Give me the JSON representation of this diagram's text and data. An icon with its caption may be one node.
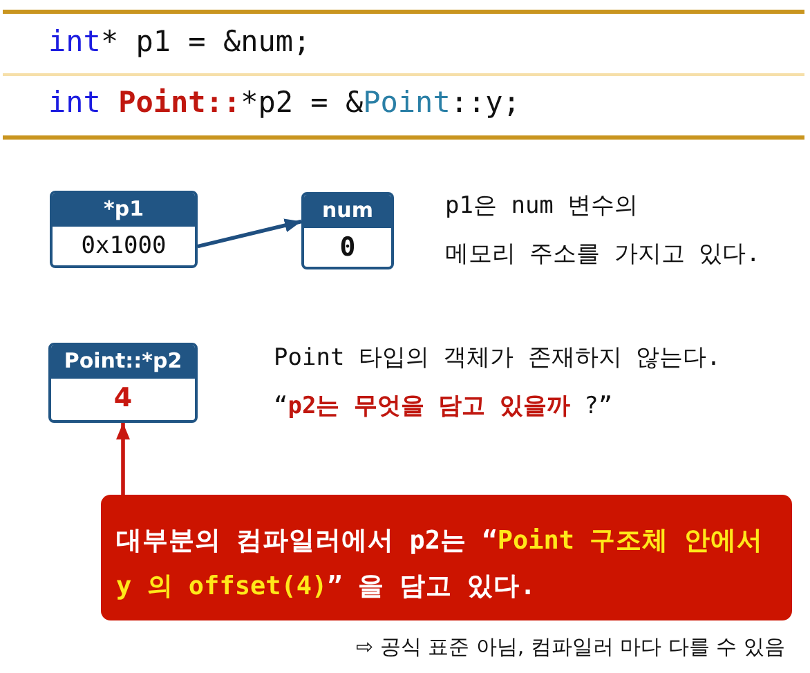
{
  "diagram": {
    "nodes": [
      {
        "text": [
          "*p1",
          "0x1000"
        ]
      },
      {
        "text": [
          "num",
          "0"
        ]
      },
      {
        "text": [
          "Point::*p2",
          "4"
        ]
      },
      {
        "text": [
          "대부분의 컴파일러에서 p2는 “*Point 구조체 안에서 y 의 offset(4)*” 을 담고 있다."
        ]
      }
    ],
    "edges": [
      {
        "from": 0,
        "to": 1,
        "arrow": "to"
      },
      {
        "from": 3,
        "to": 2,
        "arrow": "to",
        "color": "#c8170f"
      }
    ],
    "labels": [
      "int* p1 = &num;",
      "int Point::*p2 = &Point::y;",
      "p1은 num 변수의 메모리 주소를 가지고 있다.",
      "Point 타입의 객체가 존재하지 않는다.",
      "“**p2는 무엇을 담고 있을까** ?”",
      "⇨ 공식 표준 아님, 컴파일러 마다 다를 수 있음"
    ]
  }
}
